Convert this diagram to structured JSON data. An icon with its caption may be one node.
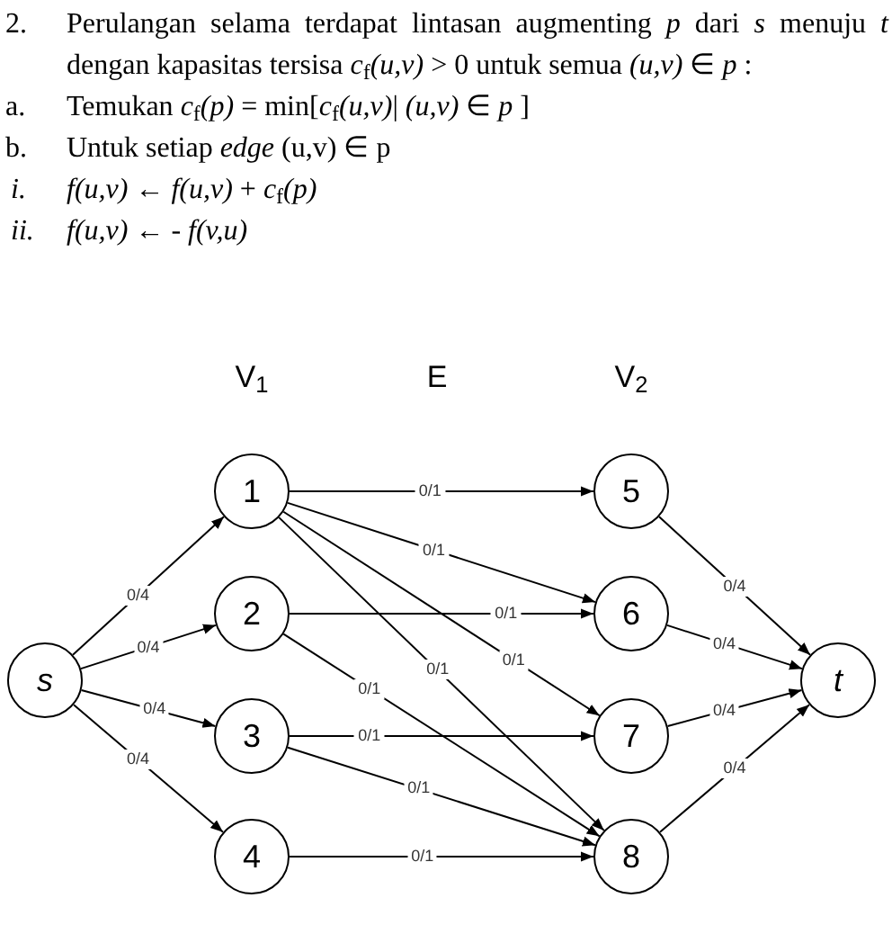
{
  "diagram": {
    "nodes": [
      {
        "text": [
          "s"
        ]
      },
      {
        "text": [
          "1"
        ]
      },
      {
        "text": [
          "2"
        ]
      },
      {
        "text": [
          "3"
        ]
      },
      {
        "text": [
          "4"
        ]
      },
      {
        "text": [
          "5"
        ]
      },
      {
        "text": [
          "6"
        ]
      },
      {
        "text": [
          "7"
        ]
      },
      {
        "text": [
          "8"
        ]
      },
      {
        "text": [
          "t"
        ]
      }
    ],
    "edges": [
      {
        "from": 0,
        "to": 1,
        "arrow": "to",
        "label": "0/4"
      },
      {
        "from": 0,
        "to": 2,
        "arrow": "to",
        "label": "0/4"
      },
      {
        "from": 0,
        "to": 3,
        "arrow": "to",
        "label": "0/4"
      },
      {
        "from": 0,
        "to": 4,
        "arrow": "to",
        "label": "0/4"
      },
      {
        "from": 1,
        "to": 5,
        "arrow": "to",
        "label": "0/1"
      },
      {
        "from": 1,
        "to": 6,
        "arrow": "to",
        "label": "0/1"
      },
      {
        "from": 1,
        "to": 7,
        "arrow": "to",
        "label": "0/1"
      },
      {
        "from": 1,
        "to": 8,
        "arrow": "to",
        "label": "0/1"
      },
      {
        "from": 2,
        "to": 6,
        "arrow": "to",
        "label": "0/1"
      },
      {
        "from": 2,
        "to": 8,
        "arrow": "to",
        "label": "0/1"
      },
      {
        "from": 3,
        "to": 7,
        "arrow": "to",
        "label": "0/1"
      },
      {
        "from": 3,
        "to": 8,
        "arrow": "to",
        "label": "0/1"
      },
      {
        "from": 4,
        "to": 8,
        "arrow": "to",
        "label": "0/1"
      },
      {
        "from": 5,
        "to": 9,
        "arrow": "to",
        "label": "0/4"
      },
      {
        "from": 6,
        "to": 9,
        "arrow": "to",
        "label": "0/4"
      },
      {
        "from": 7,
        "to": 9,
        "arrow": "to",
        "label": "0/4"
      },
      {
        "from": 8,
        "to": 9,
        "arrow": "to",
        "label": "0/4"
      }
    ],
    "labels": [
      "2.",
      "Perulangan selama terdapat lintasan augmenting *p* dari *s* menuju *t* dengan kapasitas tersisa *c*$_{f}$*(u,v)* > 0 untuk semua *(u,v)* ∈ *p* :",
      "a.",
      "Temukan *c*$_{f}$*(p)* = min[*c*$_{f}$*(u,v)*| *(u,v)* ∈ *p* ]",
      "b.",
      "Untuk setiap *edge* (u,v) ∈ p",
      "i.",
      "*f(u,v)* ← *f(u,v)* + *c*$_{f}$*(p)*",
      "ii.",
      "*f(u,v)* ← - *f(v,u)*",
      "V$_{1}$",
      "E",
      "V$_{2}$"
    ]
  }
}
